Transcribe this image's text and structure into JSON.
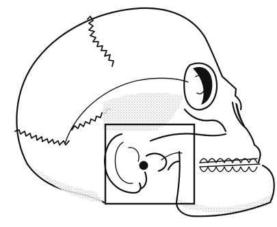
{
  "figure": {
    "subject": "skull-lateral-view",
    "palette": {
      "ink": "#111111",
      "paper": "#ffffff",
      "stipple": "#9a9a9a"
    },
    "highlight": {
      "kind": "rectangle",
      "marks": "ear-and-temporomandibular-joint-region"
    },
    "dot": {
      "marks": "ear-canal-opening"
    }
  }
}
